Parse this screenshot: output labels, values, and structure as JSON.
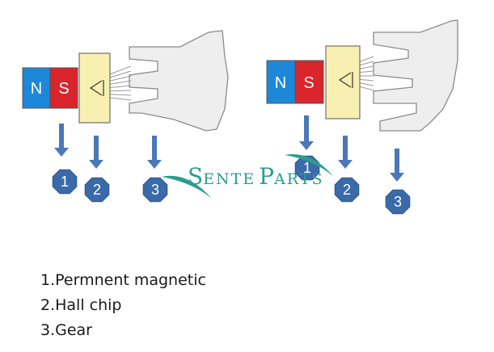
{
  "colors": {
    "north": "#1e88d8",
    "south": "#d9252b",
    "hall_chip": "#f8f0b0",
    "gear": "#eeeeee",
    "arrow": "#4a78b8",
    "marker": "#3a6aa8",
    "watermark": "#2a9d8f"
  },
  "magnets": {
    "north_label": "N",
    "south_label": "S"
  },
  "markers": [
    "1",
    "2",
    "3"
  ],
  "watermark": {
    "big_s": "S",
    "ente": "ENTE",
    "big_p": "P",
    "arts": "ARTS"
  },
  "legend": [
    "1.Permnent magnetic",
    "2.Hall chip",
    "3.Gear"
  ]
}
